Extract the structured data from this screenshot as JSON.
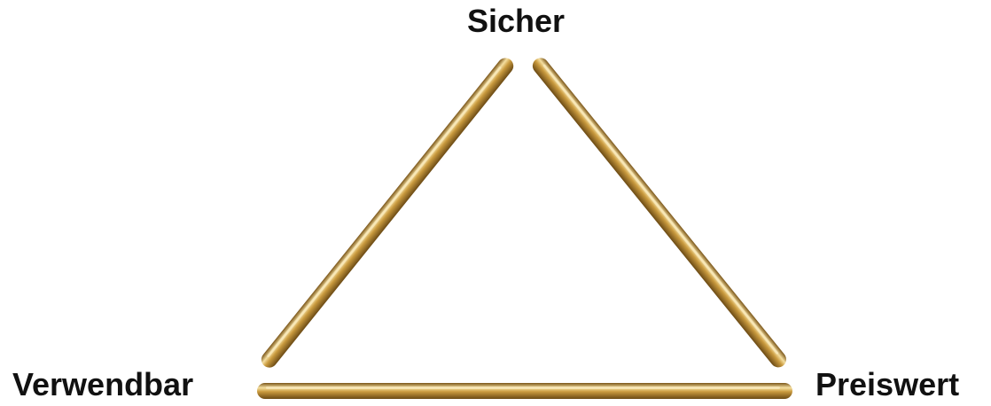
{
  "diagram": {
    "top_label": "Sicher",
    "left_label": "Verwendbar",
    "right_label": "Preiswert"
  },
  "colors": {
    "rod_light": "#f5dfa0",
    "rod_mid": "#c99a3e",
    "rod_dark": "#7a5518",
    "label_text": "#111111",
    "background": "#ffffff"
  }
}
